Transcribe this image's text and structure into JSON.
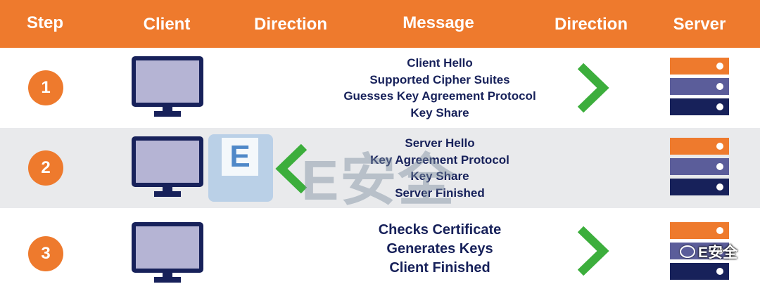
{
  "header": {
    "step": "Step",
    "client": "Client",
    "direction_left": "Direction",
    "message": "Message",
    "direction_right": "Direction",
    "server": "Server"
  },
  "colors": {
    "orange": "#ee7a2d",
    "navy": "#17215a",
    "purple": "#5b5d9a",
    "green": "#3cae3c",
    "monitor_screen": "#b5b4d4",
    "row_alt": "#e9eaec"
  },
  "rows": [
    {
      "step": "1",
      "message_lines": [
        "Client Hello",
        "Supported Cipher Suites",
        "Guesses Key Agreement Protocol",
        "Key Share"
      ],
      "arrow": "right",
      "client_icon": "monitor-icon",
      "server_icon": "server-stack-icon"
    },
    {
      "step": "2",
      "message_lines": [
        "Server Hello",
        "Key Agreement Protocol",
        "Key Share",
        "Server Finished"
      ],
      "arrow": "left",
      "client_icon": "monitor-icon",
      "server_icon": "server-stack-icon"
    },
    {
      "step": "3",
      "message_lines": [
        "Checks Certificate",
        "Generates Keys",
        "Client Finished"
      ],
      "arrow": "right",
      "client_icon": "monitor-icon",
      "server_icon": "server-stack-icon"
    }
  ],
  "watermark": {
    "logo_letter": "E",
    "text": "E安全"
  },
  "brand": {
    "icon": "wechat-icon",
    "text": "E安全"
  }
}
